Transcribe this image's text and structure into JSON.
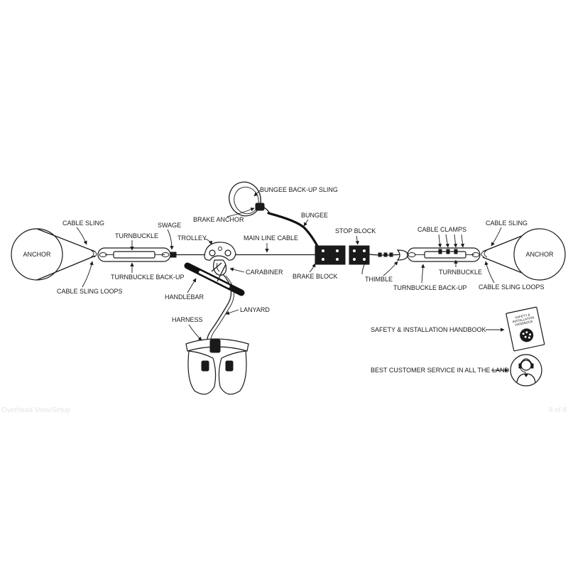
{
  "labels": {
    "anchor_left": "ANCHOR",
    "anchor_right": "ANCHOR",
    "cable_sling_left": "CABLE SLING",
    "cable_sling_right": "CABLE SLING",
    "turnbuckle_left": "TURNBUCKLE",
    "turnbuckle_right": "TURNBUCKLE",
    "swage": "SWAGE",
    "trolley": "TROLLEY",
    "main_line_cable": "MAIN LINE CABLE",
    "turnbuckle_backup_left": "TURNBUCKLE BACK-UP",
    "turnbuckle_backup_right": "TURNBUCKLE BACK-UP",
    "carabiner": "CARABINER",
    "cable_sling_loops_left": "CABLE SLING LOOPS",
    "cable_sling_loops_right": "CABLE SLING LOOPS",
    "handlebar": "HANDLEBAR",
    "lanyard": "LANYARD",
    "harness": "HARNESS",
    "bungee_backup_sling": "BUNGEE BACK-UP SLING",
    "brake_anchor": "BRAKE ANCHOR",
    "bungee": "BUNGEE",
    "stop_block": "STOP BLOCK",
    "brake_block": "BRAKE BLOCK",
    "thimble": "THIMBLE",
    "cable_clamps": "CABLE CLAMPS",
    "safety_handbook": "SAFETY & INSTALLATION HANDBOOK",
    "customer_service": "BEST CUSTOMER SERVICE IN ALL THE LAND"
  },
  "handbook_cover": {
    "line1": "SAFETY &",
    "line2": "INSTALLATION",
    "line3": "HANDBOOK"
  },
  "captions": {
    "left": "Overhead View/Setup",
    "right": "8 of 8"
  }
}
